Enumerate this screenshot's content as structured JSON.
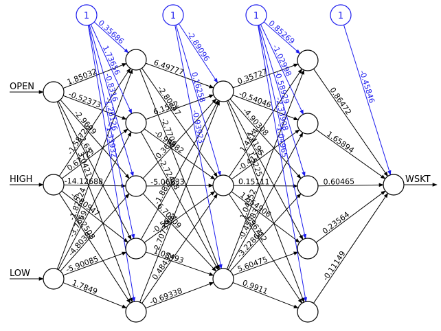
{
  "network": {
    "inputs": [
      "OPEN",
      "HIGH",
      "LOW"
    ],
    "output": "WSKT",
    "bias_label": "1",
    "hidden_layers": [
      5,
      3,
      5
    ],
    "edges": [
      {
        "from": "in0",
        "to": "h10",
        "label": "1.85032"
      },
      {
        "from": "in0",
        "to": "h11",
        "label": "-0.52373"
      },
      {
        "from": "in0",
        "to": "h12",
        "label": "-2.9699"
      },
      {
        "from": "in0",
        "to": "h13",
        "label": "-2.65"
      },
      {
        "from": "in0",
        "to": "h14",
        "label": "3.0421"
      },
      {
        "from": "in1",
        "to": "h10",
        "label": "-1.58726"
      },
      {
        "from": "in1",
        "to": "h11",
        "label": "0.67729"
      },
      {
        "from": "in1",
        "to": "h12",
        "label": "-14.12688"
      },
      {
        "from": "in1",
        "to": "h13",
        "label": "-6.80947"
      },
      {
        "from": "in1",
        "to": "h14",
        "label": "-2.2508"
      },
      {
        "from": "in2",
        "to": "h10",
        "label": "-1.82224"
      },
      {
        "from": "in2",
        "to": "h11",
        "label": "-3.7659"
      },
      {
        "from": "in2",
        "to": "h12",
        "label": "-4.8039"
      },
      {
        "from": "in2",
        "to": "h13",
        "label": "-5.90085"
      },
      {
        "from": "in2",
        "to": "h14",
        "label": "1.7849"
      },
      {
        "from": "h10",
        "to": "h20",
        "label": "6.49777"
      },
      {
        "from": "h10",
        "to": "h21",
        "label": "-2.80247"
      },
      {
        "from": "h10",
        "to": "h22",
        "label": "-2.7709"
      },
      {
        "from": "h11",
        "to": "h20",
        "label": "6.1522"
      },
      {
        "from": "h11",
        "to": "h21",
        "label": "-0.99982"
      },
      {
        "from": "h11",
        "to": "h22",
        "label": "-2.72468"
      },
      {
        "from": "h12",
        "to": "h20",
        "label": "-0.362"
      },
      {
        "from": "h12",
        "to": "h21",
        "label": "-5.06633"
      },
      {
        "from": "h12",
        "to": "h22",
        "label": "6.70009"
      },
      {
        "from": "h13",
        "to": "h20",
        "label": "-1.882"
      },
      {
        "from": "h13",
        "to": "h21",
        "label": "-0.5691"
      },
      {
        "from": "h13",
        "to": "h22",
        "label": "1.08493"
      },
      {
        "from": "h14",
        "to": "h20",
        "label": "-2.70739"
      },
      {
        "from": "h14",
        "to": "h21",
        "label": "0.48432"
      },
      {
        "from": "h14",
        "to": "h22",
        "label": "-0.69338"
      },
      {
        "from": "h20",
        "to": "h30",
        "label": "0.35727"
      },
      {
        "from": "h20",
        "to": "h31",
        "label": "-0.54046"
      },
      {
        "from": "h20",
        "to": "h32",
        "label": "-4.90308"
      },
      {
        "from": "h20",
        "to": "h33",
        "label": "2.4195"
      },
      {
        "from": "h20",
        "to": "h34",
        "label": "1.5225"
      },
      {
        "from": "h21",
        "to": "h30",
        "label": "1.4114"
      },
      {
        "from": "h21",
        "to": "h31",
        "label": "-0.4177"
      },
      {
        "from": "h21",
        "to": "h32",
        "label": "0.15111"
      },
      {
        "from": "h21",
        "to": "h33",
        "label": "17.54906"
      },
      {
        "from": "h21",
        "to": "h34",
        "label": "-1.96712"
      },
      {
        "from": "h22",
        "to": "h30",
        "label": "1.04952"
      },
      {
        "from": "h22",
        "to": "h31",
        "label": "-0.45983"
      },
      {
        "from": "h22",
        "to": "h32",
        "label": "-3.22866"
      },
      {
        "from": "h22",
        "to": "h33",
        "label": "5.60475"
      },
      {
        "from": "h22",
        "to": "h34",
        "label": "0.9911"
      },
      {
        "from": "h30",
        "to": "out",
        "label": "0.86472"
      },
      {
        "from": "h31",
        "to": "out",
        "label": "1.65894"
      },
      {
        "from": "h32",
        "to": "out",
        "label": "0.60465"
      },
      {
        "from": "h33",
        "to": "out",
        "label": "0.23564"
      },
      {
        "from": "h34",
        "to": "out",
        "label": "-0.11149"
      }
    ],
    "bias_edges": [
      {
        "from": "b0",
        "to": "h10",
        "label": "0.35686"
      },
      {
        "from": "b0",
        "to": "h11",
        "label": "1.73656"
      },
      {
        "from": "b0",
        "to": "h12",
        "label": "-0.8316"
      },
      {
        "from": "b0",
        "to": "h13",
        "label": "-1.26126"
      },
      {
        "from": "b0",
        "to": "h14",
        "label": "-1.33932"
      },
      {
        "from": "b1",
        "to": "h20",
        "label": "-2.89096"
      },
      {
        "from": "b1",
        "to": "h21",
        "label": "0.16258"
      },
      {
        "from": "b1",
        "to": "h22",
        "label": "-0.93923"
      },
      {
        "from": "b2",
        "to": "h30",
        "label": "0.85269"
      },
      {
        "from": "b2",
        "to": "h31",
        "label": "-1.02998"
      },
      {
        "from": "b2",
        "to": "h32",
        "label": "-0.58929"
      },
      {
        "from": "b2",
        "to": "h33",
        "label": "-2.33908"
      },
      {
        "from": "b2",
        "to": "h34",
        "label": "-1.04965"
      },
      {
        "from": "b3",
        "to": "out",
        "label": "-0.45846"
      }
    ]
  }
}
